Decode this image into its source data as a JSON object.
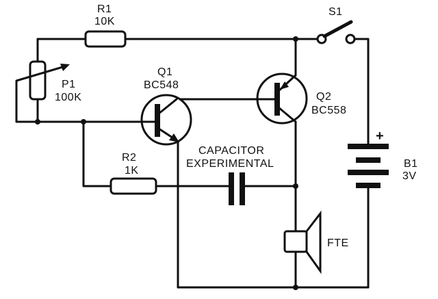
{
  "components": {
    "r1": {
      "ref": "R1",
      "value": "10K"
    },
    "s1": {
      "ref": "S1"
    },
    "p1": {
      "ref": "P1",
      "value": "100K"
    },
    "q1": {
      "ref": "Q1",
      "value": "BC548"
    },
    "q2": {
      "ref": "Q2",
      "value": "BC558"
    },
    "r2": {
      "ref": "R2",
      "value": "1K"
    },
    "cap": {
      "line1": "CAPACITOR",
      "line2": "EXPERIMENTAL"
    },
    "b1": {
      "ref": "B1",
      "value": "3V",
      "polarity": "+"
    },
    "speaker": {
      "ref": "FTE"
    }
  }
}
